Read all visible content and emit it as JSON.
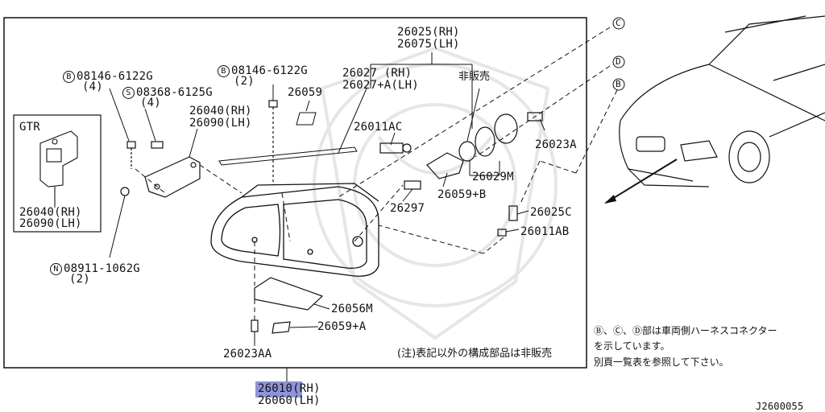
{
  "labels": {
    "p26025": "26025(RH)",
    "p26075": "26075(LH)",
    "p26027": "26027  (RH)",
    "p26027a": "26027+A(LH)",
    "not_sold": "非販売",
    "p26059": "26059",
    "b1_letter": "B",
    "b1_num": "08146-6122G",
    "b1_qty": "(4)",
    "s1_letter": "S",
    "s1_num": "08368-6125G",
    "s1_qty": "(4)",
    "b2_letter": "B",
    "b2_num": "08146-6122G",
    "b2_qty": "(2)",
    "p26040": "26040(RH)",
    "p26090": "26090(LH)",
    "gtr": "GTR",
    "gtr_26040": "26040(RH)",
    "gtr_26090": "26090(LH)",
    "p26011ac": "26011AC",
    "p26059b": "26059+B",
    "p26029m": "26029M",
    "p26023a": "26023A",
    "p26297": "26297",
    "p26025c": "26025C",
    "p26011ab": "26011AB",
    "n1_letter": "N",
    "n1_num": "08911-1062G",
    "n1_qty": "(2)",
    "p26056m": "26056M",
    "p26059a": "26059+A",
    "p26023aa": "26023AA",
    "note_main": "(注)表記以外の構成部品は非販売",
    "p26010": "26010(RH)",
    "p26060": "26060(LH)",
    "conn_c": "C",
    "conn_d": "D",
    "conn_b": "B",
    "right_note_1": "Ⓑ、Ⓒ、Ⓓ部は車両側ハーネスコネクター",
    "right_note_2": "を示しています。",
    "right_note_3": "別頁一覧表を参照して下さい。",
    "ref_code": "J2600055"
  },
  "colors": {
    "line": "#111111",
    "highlight": "#8f93d8",
    "watermark": "#e6e6e6"
  }
}
